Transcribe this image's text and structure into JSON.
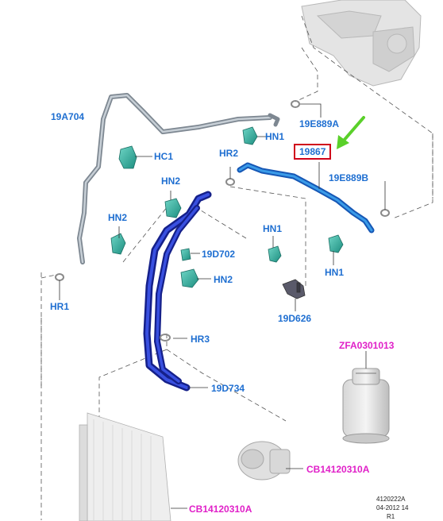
{
  "colors": {
    "label_blue": "#1f6fd1",
    "label_magenta": "#e020c8",
    "highlight_border": "#d0021b",
    "pointer_arrow": "#5ad02a",
    "hose_dark_blue": "#1c2fb0",
    "line_highlight": "#1f6fd1",
    "fitting_teal": "#2aa89a"
  },
  "labels": {
    "line_19A704": "19A704",
    "clip_HC1": "HC1",
    "nut_HN2_left": "HN2",
    "ring_HR1": "HR1",
    "nut_HN2_upper": "HN2",
    "ring_HR2": "HR2",
    "valve_19D702": "19D702",
    "nut_HN2_lower": "HN2",
    "ring_HR3": "HR3",
    "hose_19D734": "19D734",
    "nut_HN1_top": "HN1",
    "ring_19E889A": "19E889A",
    "highlighted_part": "19867",
    "ring_19E889B": "19E889B",
    "nut_HN1_mid": "HN1",
    "nut_HN1_right": "HN1",
    "bracket_19D626": "19D626",
    "refrigerant_ZFA": "ZFA0301013",
    "compressor_ref": "CB14120310A",
    "condenser_ref": "CB14120310A"
  },
  "footer": {
    "drawing_no": "4120222A",
    "date_line": "04-2012 14",
    "rev": "R1"
  }
}
